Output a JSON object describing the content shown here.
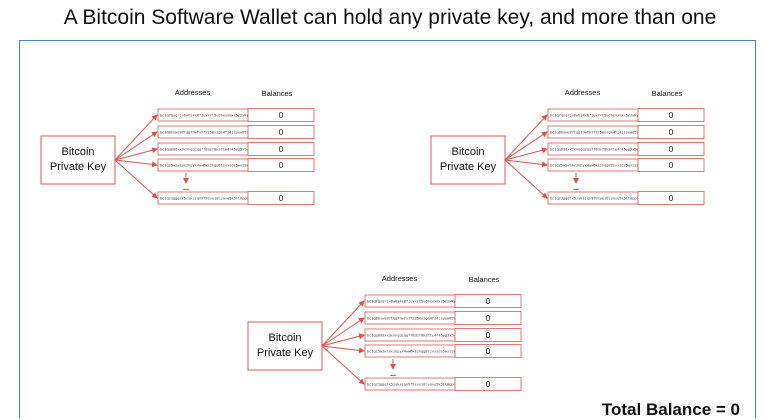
{
  "title": "A Bitcoin Software Wallet can hold any private key, and more than one",
  "colors": {
    "frame": "#4f81bd",
    "box": "#e05555",
    "arrow": "#d9534f"
  },
  "diagram": {
    "headers": {
      "addresses": "Addresses",
      "balances": "Balances"
    },
    "key_label_line1": "Bitcoin",
    "key_label_line2": "Private Key",
    "ellipsis": "...",
    "addresses": [
      "bc1q7qxqrjv6whs4x8fjuvrrt5udhxxxmxc5c2wky7xq8fkkd",
      "bc1q8kxwe87tqg7hwfx7f2250nzgm4fj4jsyew859sqgs7",
      "bc1qq0ddxx3xnnqqzqq7f8dsf8k3tte4r45yg3x5wdqnu7",
      "bc1qz5w2wlmxzhpyx4ww6ks2hqg8tzvxsds5wxz3rke",
      "bc1q23ggqlx5zyksjqn9f9svxj0lyoxe5k5lt0ppnj7j0yjgwjzs"
    ],
    "balances": [
      "0",
      "0",
      "0",
      "0",
      "0"
    ]
  },
  "total_balance": "Total Balance = 0"
}
